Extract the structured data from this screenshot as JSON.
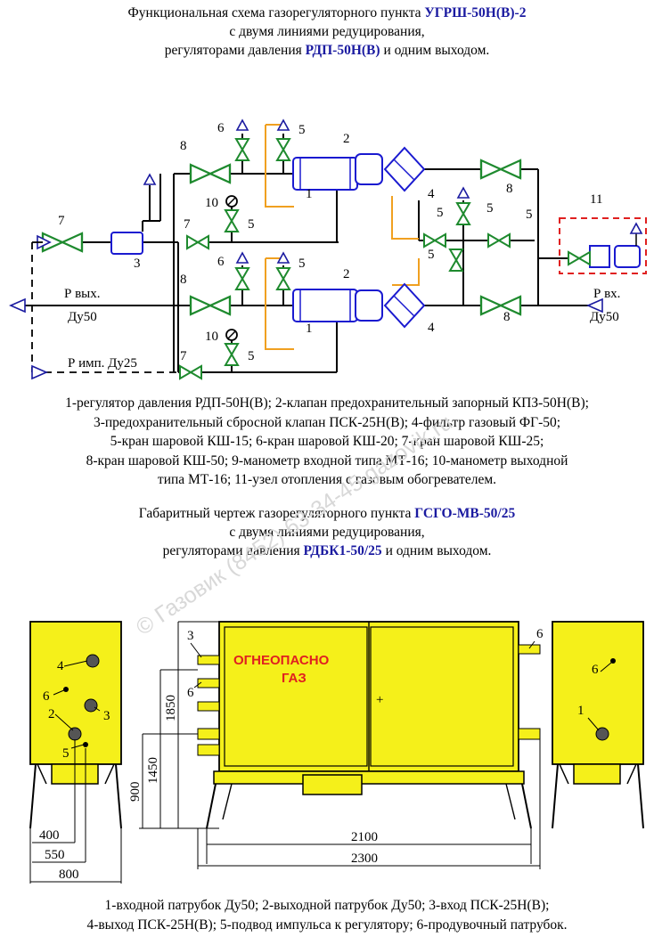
{
  "top_title": {
    "line1_prefix": "Функциональная схема газорегуляторного пункта ",
    "line1_bold": "УГРШ-50Н(В)-2",
    "line2": "с двумя линиями редуцирования,",
    "line3_prefix": "регуляторами давления ",
    "line3_bold": "РДП-50Н(В)",
    "line3_suffix": " и одним выходом."
  },
  "schema": {
    "outlet_label": "Р вых.",
    "outlet_size": "Ду50",
    "inlet_label": "Р вх.",
    "inlet_size": "Ду50",
    "impulse_label": "Р имп. Ду25",
    "n1": "1",
    "n1b": "1",
    "n2": "2",
    "n2b": "2",
    "n3": "3",
    "n4": "4",
    "n4b": "4",
    "n5a": "5",
    "n5b": "5",
    "n5c": "5",
    "n5d": "5",
    "n5e": "5",
    "n5f": "5",
    "n5g": "5",
    "n5h": "5",
    "n6a": "6",
    "n6b": "6",
    "n7a": "7",
    "n7b": "7",
    "n7c": "7",
    "n8a": "8",
    "n8b": "8",
    "n8c": "8",
    "n8d": "8",
    "n10a": "10",
    "n10b": "10",
    "n11": "11"
  },
  "legend1": [
    "1-регулятор давления РДП-50Н(В); 2-клапан предохранительный запорный КПЗ-50Н(В);",
    "3-предохранительный сбросной клапан ПСК-25Н(В); 4-фильтр газовый ФГ-50;",
    "5-кран шаровой КШ-15; 6-кран шаровой КШ-20; 7-кран шаровой КШ-25;",
    "8-кран шаровой КШ-50; 9-манометр входной типа МТ-16; 10-манометр выходной",
    "типа МТ-16; 11-узел отопления с газовым обогревателем."
  ],
  "bottom_title": {
    "line1_prefix": "Габаритный чертеж газорегуляторного пункта ",
    "line1_bold": "ГСГО-МВ-50/25",
    "line2": "с двумя линиями редуцирования,",
    "line3_prefix": "регуляторами давления ",
    "line3_bold": "РДБК1-50/25",
    "line3_suffix": " и одним выходом."
  },
  "drawing": {
    "warning_line1": "ОГНЕОПАСНО",
    "warning_line2": "ГАЗ",
    "dims": {
      "h1850": "1850",
      "h1450": "1450",
      "h900": "900",
      "w400": "400",
      "w550": "550",
      "w800": "800",
      "w2100": "2100",
      "w2300": "2300"
    },
    "left_labels": {
      "l4": "4",
      "l6": "6",
      "l2": "2",
      "l3": "3",
      "l5": "5"
    },
    "front_labels": {
      "l3": "3",
      "l6": "6",
      "l6r": "6"
    },
    "right_labels": {
      "l6": "6",
      "l1": "1"
    }
  },
  "legend2": [
    "1-входной патрубок Ду50; 2-выходной патрубок Ду50; 3-вход ПСК-25Н(В);",
    "4-выход ПСК-25Н(В); 5-подвод импульса к регулятору; 6-продувочный патрубок."
  ],
  "watermark": "© Газовик (8452) 63-34-45 gazovik.ru",
  "colors": {
    "valve": "#1e8a2e",
    "accent": "#1a1aa0",
    "cabinet": "#f5f01a",
    "filter": "#1a1ad0",
    "orange": "#f0a020",
    "dashed_red": "#e02020"
  }
}
